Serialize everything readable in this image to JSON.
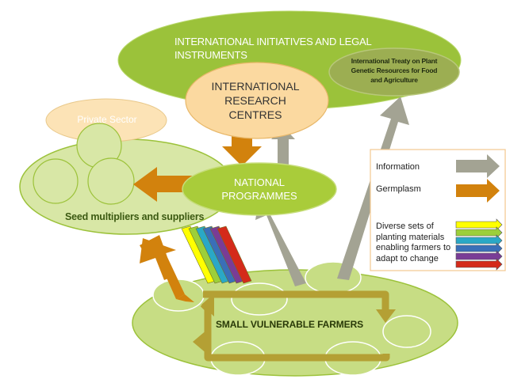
{
  "diagram": {
    "international": {
      "title": "INTERNATIONAL INITIATIVES AND LEGAL INSTRUMENTS",
      "treaty": "International Treaty on Plant Genetic Resources for Food and Agriculture"
    },
    "research_centres": "INTERNATIONAL RESEARCH CENTRES",
    "private_sector": "Private Sector",
    "national_programmes": "NATIONAL PROGRAMMES",
    "seed_multipliers": "Seed multipliers and suppliers",
    "farmers": "SMALL VULNERABLE FARMERS"
  },
  "legend": {
    "information": "Information",
    "germplasm": "Germplasm",
    "diverse": "Diverse sets of planting materials enabling farmers to adapt to change"
  },
  "colors": {
    "intl_green": "#9bc23a",
    "treaty_green": "#9cae52",
    "light_green": "#d8e7a6",
    "farm_green": "#c7dd84",
    "natprog_green": "#a9cc3a",
    "irc_peach": "#fbd9a0",
    "private_peach": "#fce3b6",
    "info_arrow": "#a3a393",
    "germplasm_arrow": "#d2820d",
    "cycle_loop": "#b4a034",
    "band_colors": [
      "#ffff00",
      "#9ccf3a",
      "#2aa8c6",
      "#3a6fb8",
      "#7a3c96",
      "#d42a1a"
    ]
  }
}
